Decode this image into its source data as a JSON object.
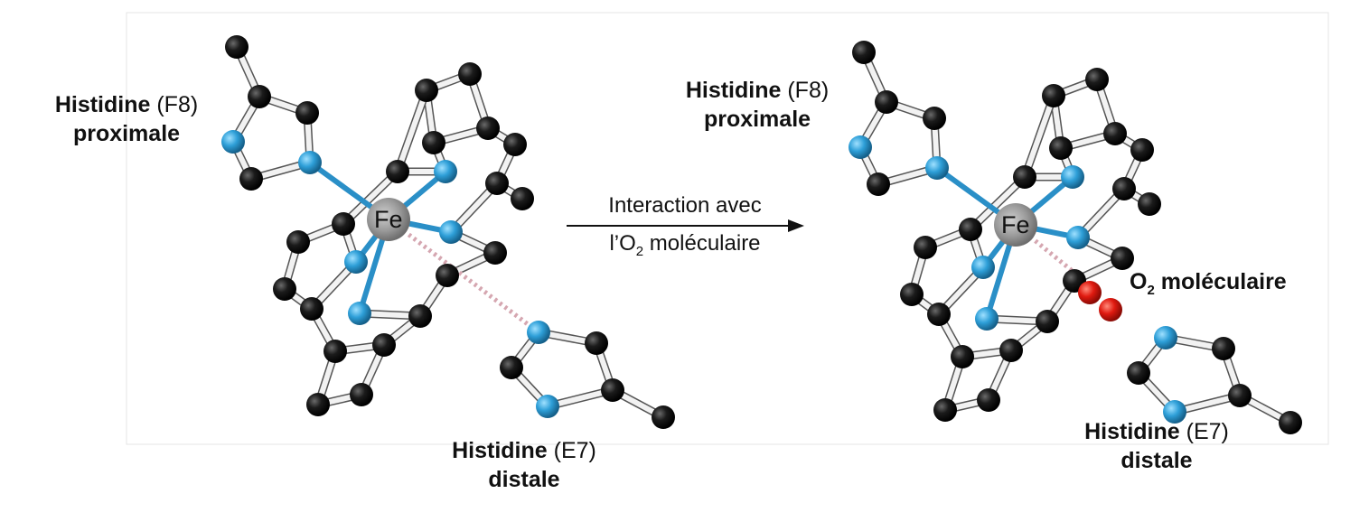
{
  "left": {
    "proximal_name": "Histidine",
    "proximal_code": "(F8)",
    "proximal_role": "proximale",
    "iron": "Fe",
    "distal_name": "Histidine",
    "distal_code": "(E7)",
    "distal_role": "distale"
  },
  "arrow": {
    "line1": "Interaction avec",
    "line2_pre": "l’O",
    "line2_sub": "2",
    "line2_post": " moléculaire"
  },
  "right": {
    "proximal_name": "Histidine",
    "proximal_code": "(F8)",
    "proximal_role": "proximale",
    "iron": "Fe",
    "oxygen_pre": "O",
    "oxygen_sub": "2",
    "oxygen_post": " moléculaire",
    "distal_name": "Histidine",
    "distal_code": "(E7)",
    "distal_role": "distale"
  },
  "colors": {
    "carbon": "#111111",
    "nitrogen": "#2e9fd8",
    "iron": "#9a9a9a",
    "oxygen": "#e01a10",
    "bond": "#e8e8e8"
  }
}
